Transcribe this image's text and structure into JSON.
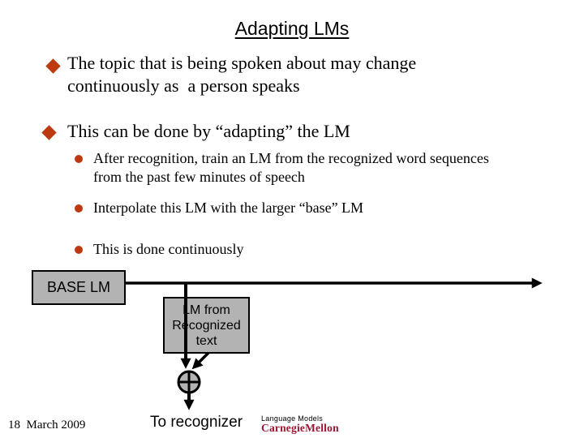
{
  "slide": {
    "title": "Adapting LMs",
    "bullets": [
      {
        "lines": [
          "The topic that is being spoken about may change",
          "continuously as  a person speaks"
        ]
      },
      {
        "lines": [
          "This can be done by “adapting” the LM"
        ]
      }
    ],
    "sub_bullets": [
      {
        "lines": [
          "After recognition, train an LM from the recognized word sequences",
          "from the past few minutes of speech"
        ]
      },
      {
        "lines": [
          "Interpolate this LM with the larger “base” LM"
        ]
      },
      {
        "lines": [
          "This is done continuously"
        ]
      }
    ],
    "diagram": {
      "base_lm": "BASE LM",
      "adapted_lm": [
        "LM from",
        "Recognized",
        "text"
      ],
      "to_recognizer": "To recognizer"
    },
    "footer": {
      "date": "18  March 2009",
      "deck_title": "Language Models",
      "logo_text": "CarnegieMellon"
    },
    "colors": {
      "bullet_accent": "#bd3a10",
      "box_fill": "#b3b3b3",
      "line_black": "#000000",
      "logo_red": "#9d1633"
    }
  }
}
